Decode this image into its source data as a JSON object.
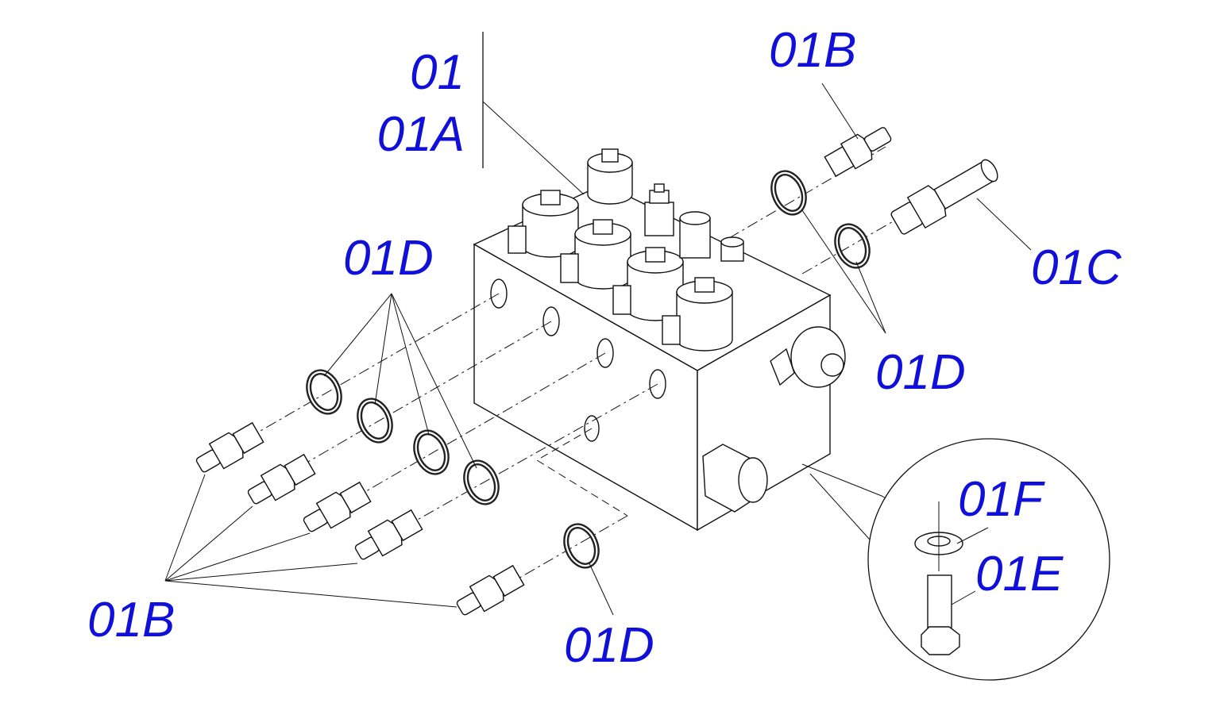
{
  "diagram": {
    "labels": {
      "part_01": "01",
      "part_01A": "01A",
      "part_01B_top": "01B",
      "part_01C": "01C",
      "part_01D_upper_left": "01D",
      "part_01D_right": "01D",
      "part_01D_bottom": "01D",
      "part_01B_bottom": "01B",
      "part_01F": "01F",
      "part_01E": "01E"
    },
    "colors": {
      "label": "#1010d8",
      "line": "#111111",
      "seal": "#222222"
    }
  }
}
